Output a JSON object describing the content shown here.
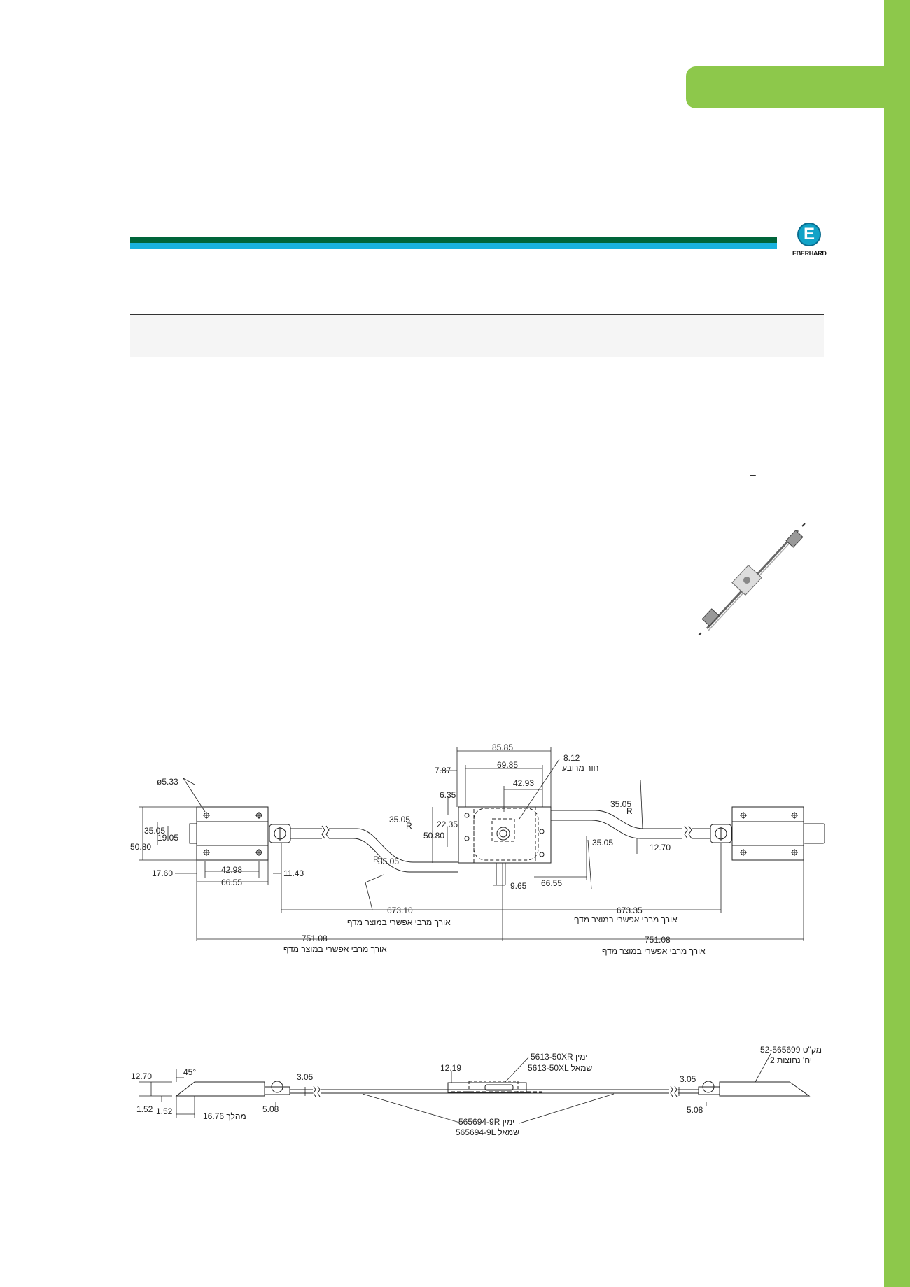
{
  "brand": {
    "logo_letter": "E",
    "logo_text": "EBERHARD"
  },
  "colors": {
    "accent_green": "#8dc84b",
    "band_dark": "#00653a",
    "band_light": "#19b2de"
  },
  "misc": {
    "dash": "–"
  },
  "top_drawing": {
    "d_85_85": "85.85",
    "d_8_12": "8.12",
    "square_hole": "חור מרובע",
    "d_7_87": "7.87",
    "d_69_85": "69.85",
    "d_42_93": "42.93",
    "dia_5_33": "ø5.33",
    "d_6_35": "6.35",
    "r_35_05_right": "35.05",
    "r_mark": "R",
    "d_35_05_left": "35.05",
    "d_19_05": "19.05",
    "d_50_80_left": "50.80",
    "d_35_05_mid": "35.05",
    "d_22_35": "22.35",
    "d_50_80_mid": "50.80",
    "d_35_05_rmid": "35.05",
    "d_12_70": "12.70",
    "d_35_05_low": "35.05",
    "d_17_60": "17.60",
    "d_42_98": "42.98",
    "d_11_43": "11.43",
    "d_66_55_left": "66.55",
    "d_9_65": "9.65",
    "d_66_55_right": "66.55",
    "d_673_10": "673.10",
    "d_673_35": "673.35",
    "d_751_08_left": "751.08",
    "d_751_08_right": "751.08",
    "max_length_note": "אורך מרבי אפשרי במוצר מדף"
  },
  "bottom_drawing": {
    "kit_number": "מק\"ט 52-565699",
    "kit_units": "2 יח' נחוצות",
    "part_right": "5613-50XR ימין",
    "part_left": "5613-50XL שמאל",
    "d_12_19": "12.19",
    "d_45deg": "45°",
    "d_12_70": "12.70",
    "d_3_05_left": "3.05",
    "d_3_05_right": "3.05",
    "d_1_52_a": "1.52",
    "d_1_52_b": "1.52",
    "d_5_08_left": "5.08",
    "d_5_08_right": "5.08",
    "travel": "16.76 מהלך",
    "rod_right": "565694-9R ימין",
    "rod_left": "565694-9L שמאל"
  }
}
